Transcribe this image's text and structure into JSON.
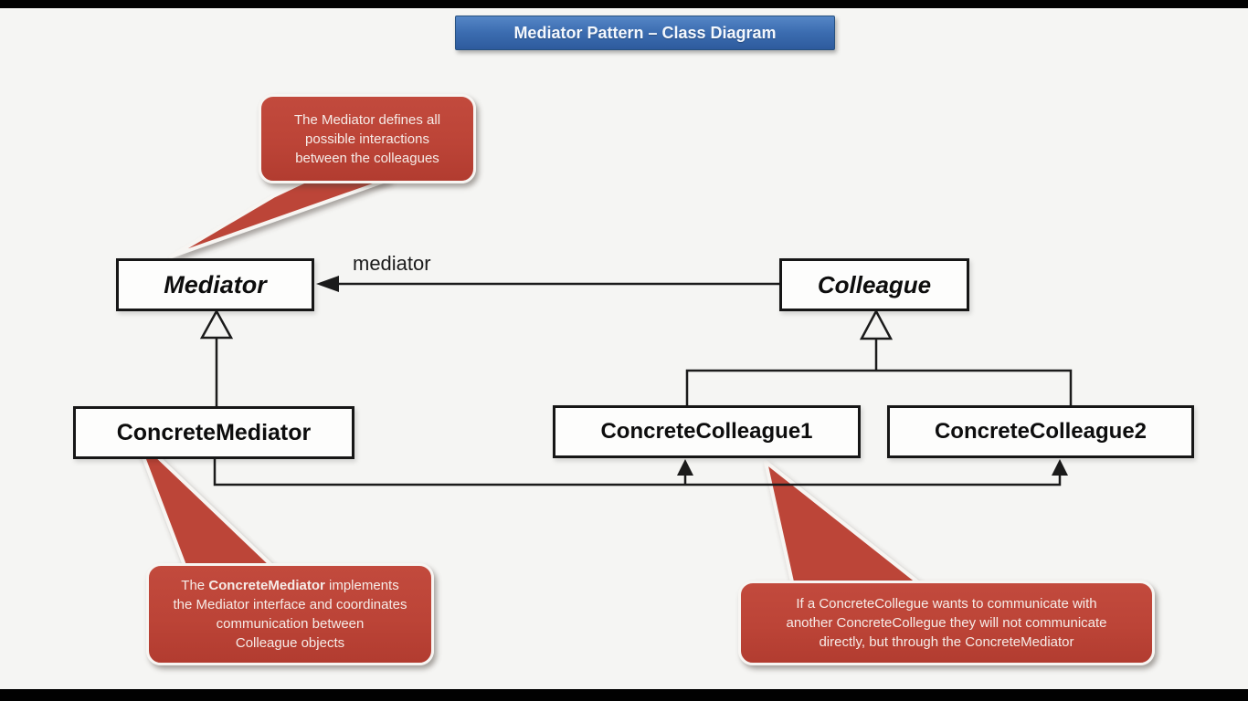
{
  "title": {
    "label": "Mediator Pattern – Class Diagram"
  },
  "classes": {
    "mediator": "Mediator",
    "colleague": "Colleague",
    "concrete_mediator": "ConcreteMediator",
    "concrete_colleague1": "ConcreteColleague1",
    "concrete_colleague2": "ConcreteColleague2"
  },
  "labels": {
    "association": "mediator"
  },
  "callouts": {
    "mediator_note": {
      "lines": [
        "The Mediator defines all",
        "possible interactions",
        "between the colleagues"
      ]
    },
    "concrete_mediator_note": {
      "line1_prefix": "The ",
      "line1_bold": "ConcreteMediator",
      "line1_suffix": " implements",
      "lines_rest": [
        "the Mediator interface and coordinates",
        "communication between",
        "Colleague objects"
      ]
    },
    "colleague_note": {
      "lines": [
        "If a ConcreteCollegue wants to communicate with",
        "another ConcreteCollegue they will not communicate",
        "directly, but through the ConcreteMediator"
      ]
    }
  },
  "colors": {
    "callout_red": "#bc4437",
    "title_blue_top": "#5586c6",
    "title_blue_bottom": "#2e5b9d",
    "line_black": "#1b1b1b",
    "background": "#f5f5f3"
  }
}
